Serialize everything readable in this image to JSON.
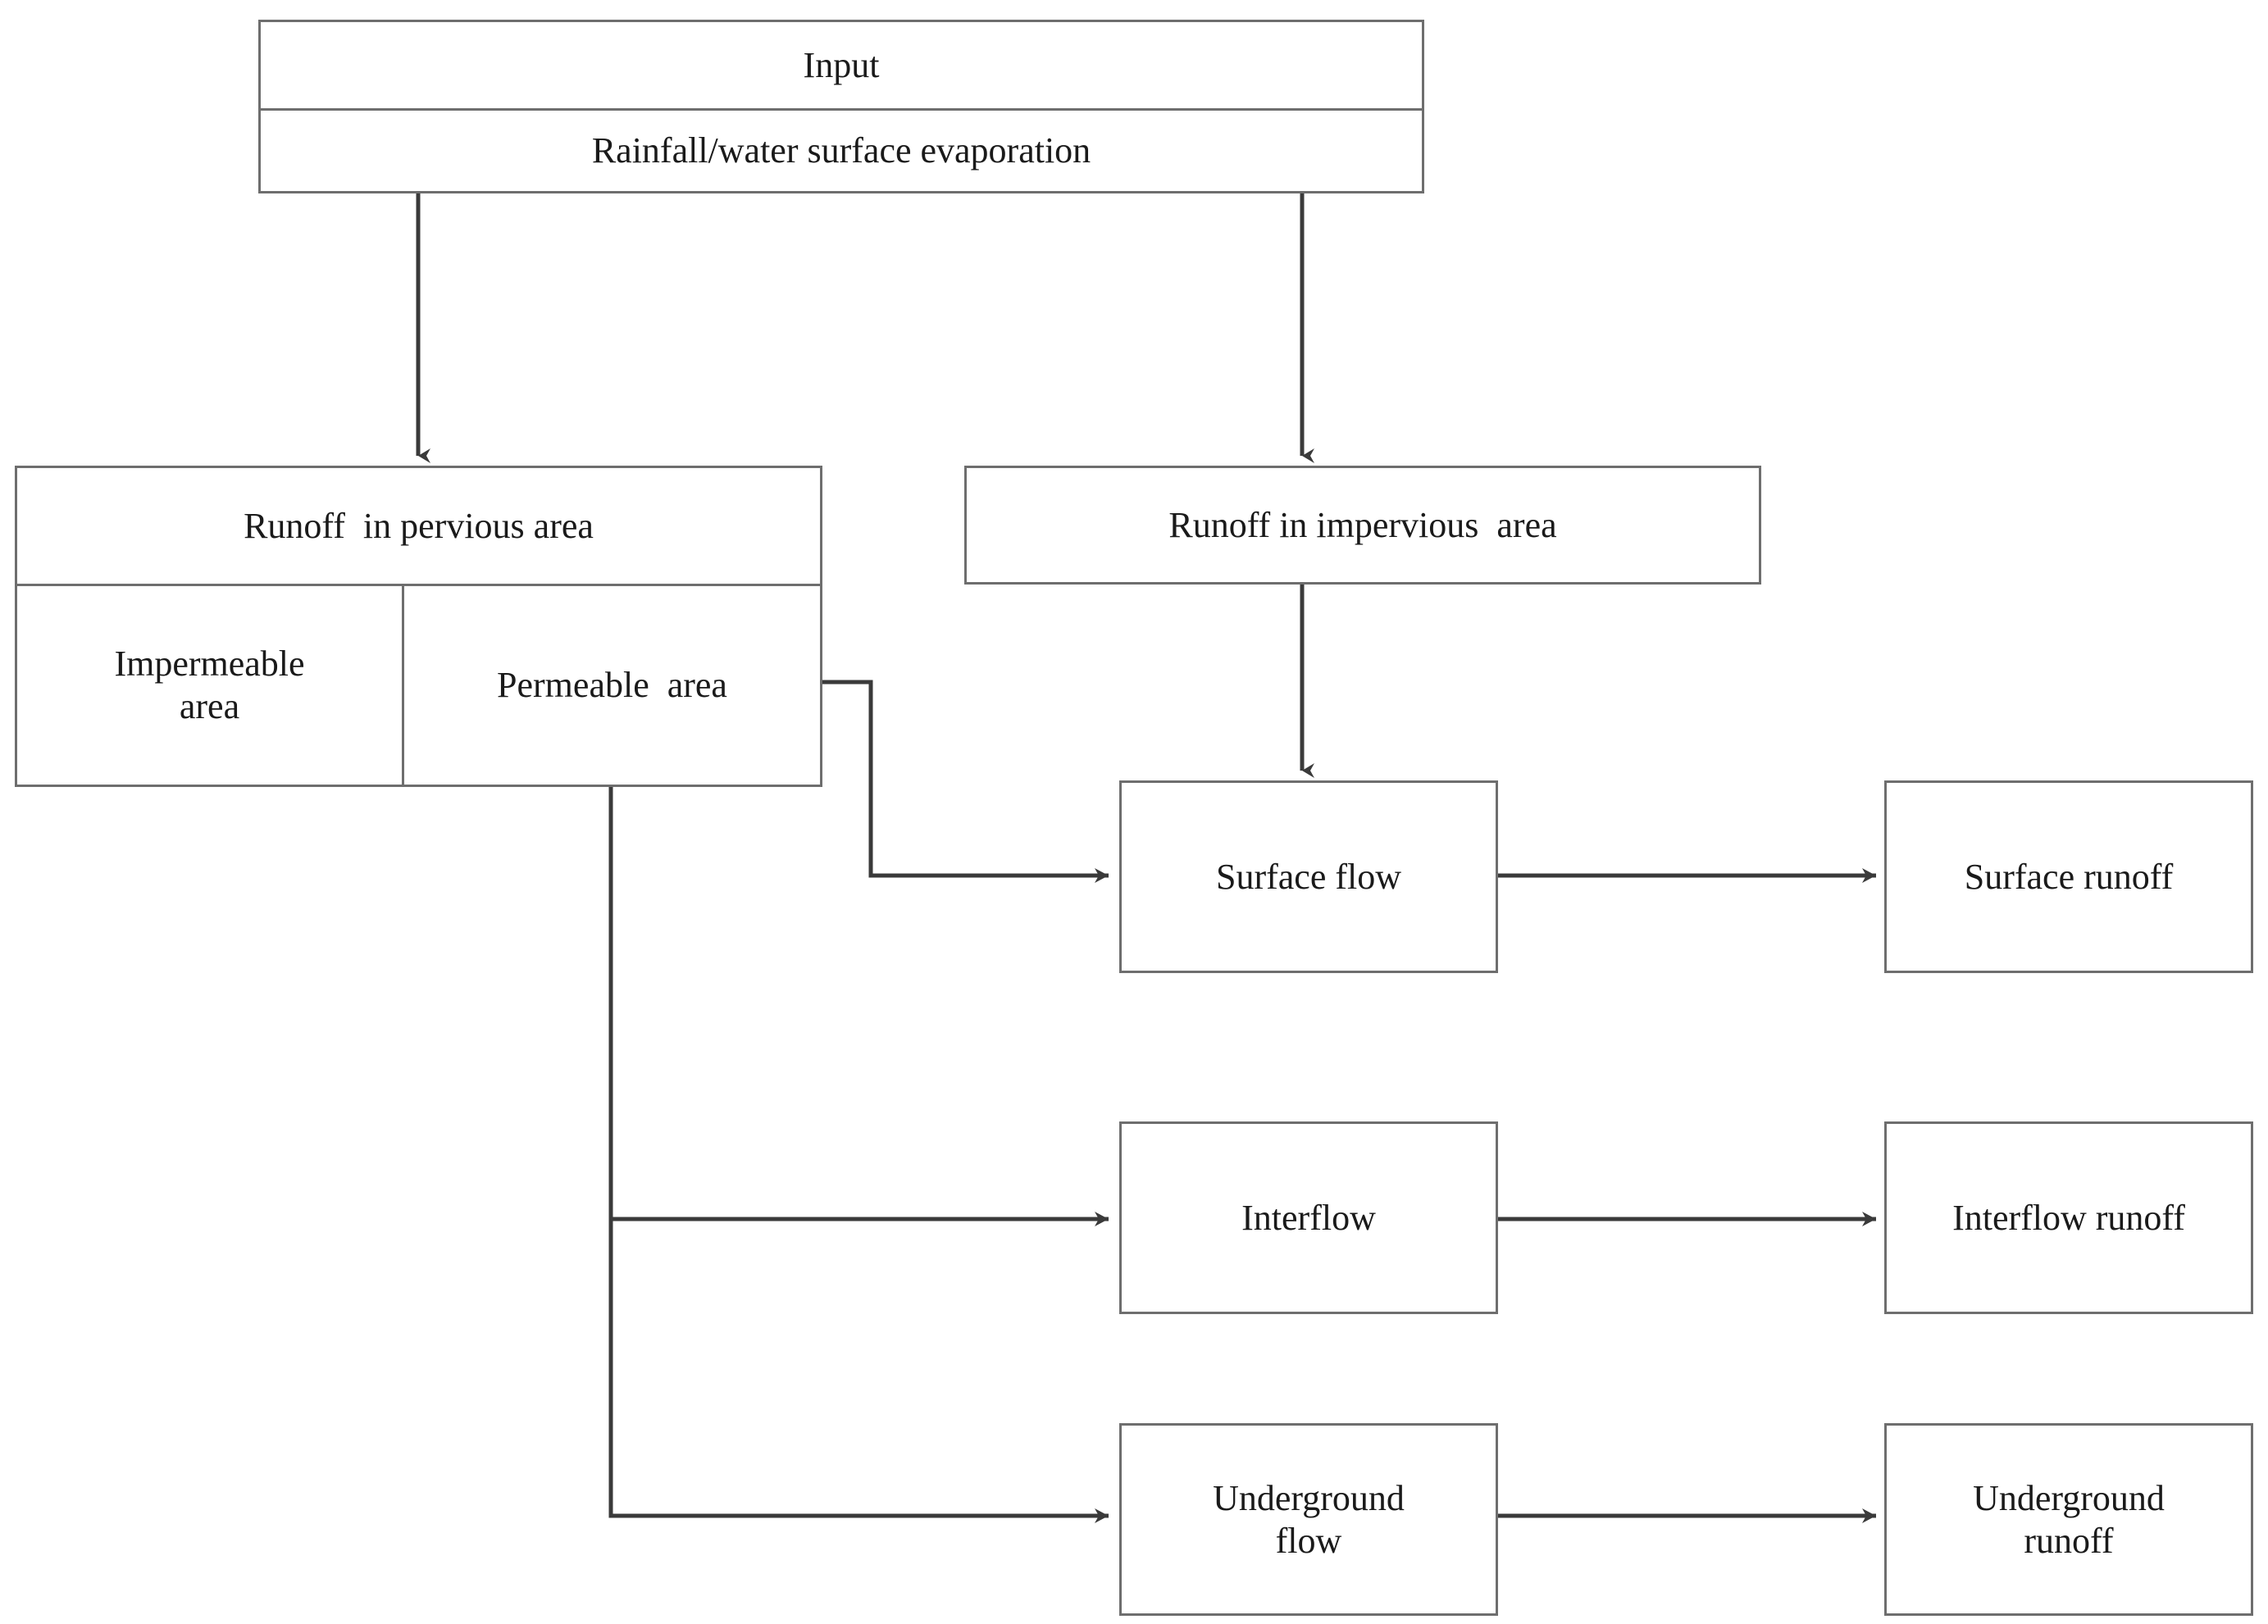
{
  "diagram": {
    "title": "Rainfall-runoff conceptual flowchart",
    "colors": {
      "box_border": "#6e6e6e",
      "connector": "#3a3a3a",
      "text": "#1a1a1a",
      "background": "#ffffff"
    },
    "nodes": {
      "input_header": "Input",
      "input_sub": "Rainfall/water surface evaporation",
      "pervious_header": "Runoff  in pervious area",
      "impermeable_area": "Impermeable\narea",
      "permeable_area": "Permeable  area",
      "impervious": "Runoff in impervious  area",
      "surface_flow": "Surface flow",
      "surface_runoff": "Surface runoff",
      "interflow": "Interflow",
      "interflow_runoff": "Interflow runoff",
      "underground_flow": "Underground\nflow",
      "underground_runoff": "Underground\nrunoff"
    },
    "edges": [
      {
        "id": "input-to-pervious",
        "from": "input_sub",
        "to": "pervious_header",
        "kind": "vertical-arrow"
      },
      {
        "id": "input-to-impervious",
        "from": "input_sub",
        "to": "impervious",
        "kind": "vertical-arrow"
      },
      {
        "id": "impervious-to-surface-flow",
        "from": "impervious",
        "to": "surface_flow",
        "kind": "vertical-arrow"
      },
      {
        "id": "permeable-to-surface-flow",
        "from": "permeable_area",
        "to": "surface_flow",
        "kind": "elbow-arrow"
      },
      {
        "id": "permeable-to-interflow",
        "from": "permeable_area",
        "to": "interflow",
        "kind": "elbow-arrow"
      },
      {
        "id": "permeable-to-underground-flow",
        "from": "permeable_area",
        "to": "underground_flow",
        "kind": "elbow-arrow"
      },
      {
        "id": "surface-flow-to-surface-runoff",
        "from": "surface_flow",
        "to": "surface_runoff",
        "kind": "horizontal-arrow"
      },
      {
        "id": "interflow-to-interflow-runoff",
        "from": "interflow",
        "to": "interflow_runoff",
        "kind": "horizontal-arrow"
      },
      {
        "id": "underground-flow-to-underground-runoff",
        "from": "underground_flow",
        "to": "underground_runoff",
        "kind": "horizontal-arrow"
      }
    ]
  }
}
